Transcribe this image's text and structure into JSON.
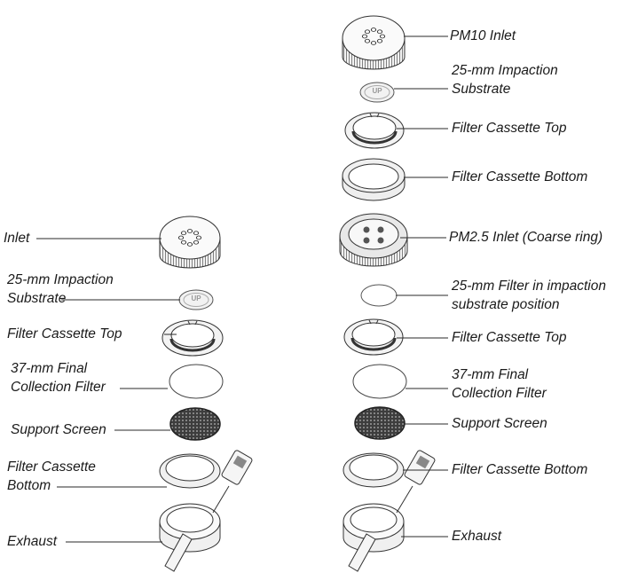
{
  "left_stack": {
    "inlet": "Inlet",
    "impaction_substrate": [
      "25-mm Impaction",
      "Substrate"
    ],
    "filter_cassette_top": "Filter Cassette Top",
    "final_collection_filter": [
      "37-mm Final",
      "Collection Filter"
    ],
    "support_screen": "Support Screen",
    "filter_cassette_bottom": [
      "Filter Cassette",
      "Bottom"
    ],
    "exhaust": "Exhaust"
  },
  "right_stack": {
    "pm10_inlet": "PM10 Inlet",
    "impaction_substrate": [
      "25-mm Impaction",
      "Substrate"
    ],
    "filter_cassette_top_1": "Filter Cassette Top",
    "filter_cassette_bottom_1": "Filter Cassette Bottom",
    "pm25_inlet": "PM2.5 Inlet (Coarse ring)",
    "filter_in_impaction_position": [
      "25-mm Filter in impaction",
      "substrate position"
    ],
    "filter_cassette_top_2": "Filter Cassette Top",
    "final_collection_filter": [
      "37-mm Final",
      "Collection Filter"
    ],
    "support_screen": "Support Screen",
    "filter_cassette_bottom_2": "Filter Cassette Bottom",
    "exhaust": "Exhaust"
  },
  "substrate_mark": "UP"
}
